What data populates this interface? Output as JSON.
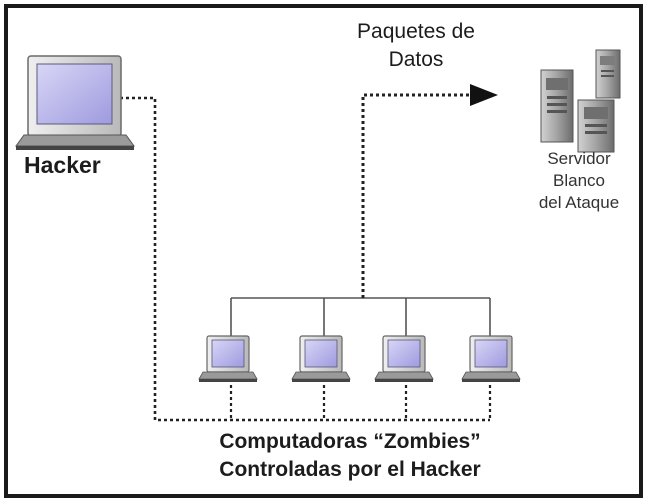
{
  "hacker": {
    "label": "Hacker"
  },
  "packets": {
    "line1": "Paquetes de",
    "line2": "Datos"
  },
  "server": {
    "line1": "Servidor",
    "line2": "Blanco",
    "line3": "del Ataque"
  },
  "zombies": {
    "line1": "Computadoras “Zombies”",
    "line2": "Controladas por el Hacker",
    "count": 4
  },
  "colors": {
    "border": "#1a1a1a",
    "line": "#222222",
    "screen": "#b6b3ec",
    "monitor_body": "#d9d9d9",
    "server_body": "#a9a9a9"
  },
  "icons": {
    "hacker": "computer-monitor-icon",
    "zombie": "computer-monitor-icon",
    "server": "server-tower-icon",
    "arrow": "arrow-right-icon"
  }
}
